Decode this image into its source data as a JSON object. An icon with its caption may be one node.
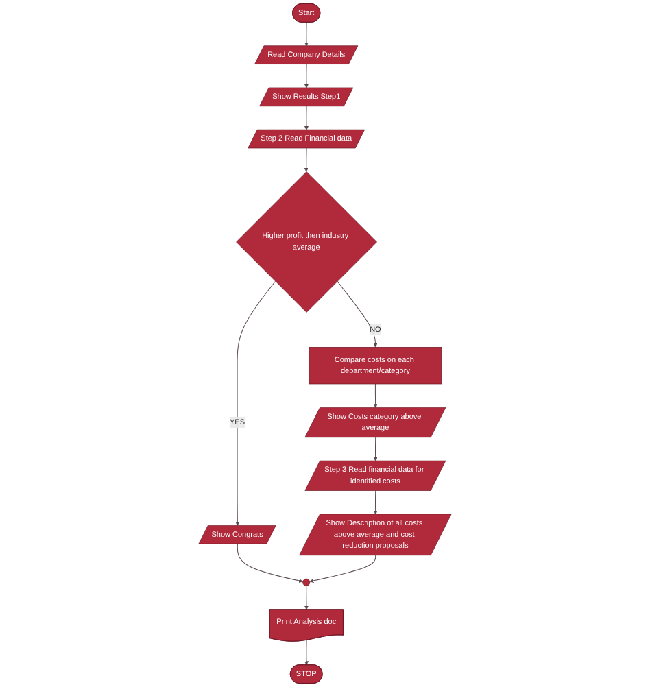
{
  "diagram": {
    "nodes": [
      {
        "text": [
          "Start"
        ]
      },
      {
        "text": [
          "Read Company Details"
        ]
      },
      {
        "text": [
          "Show Results Step1"
        ]
      },
      {
        "text": [
          "Step 2 Read Financial data"
        ]
      },
      {
        "text": [
          "Higher profit then industry average"
        ]
      },
      {
        "text": [
          "Show Congrats"
        ]
      },
      {
        "text": [
          "Compare costs on each department/category"
        ]
      },
      {
        "text": [
          "Show Costs category above average"
        ]
      },
      {
        "text": [
          "Step 3 Read financial data for identified costs"
        ]
      },
      {
        "text": [
          "Show Description of all costs above average and cost reduction proposals"
        ]
      },
      {
        "text": [],
        "shape": "circle"
      },
      {
        "text": [
          "Print Analysis doc"
        ]
      },
      {
        "text": [
          "STOP"
        ]
      }
    ],
    "edges": [
      {
        "from": 0,
        "to": 1,
        "arrow": "to"
      },
      {
        "from": 1,
        "to": 2,
        "arrow": "to"
      },
      {
        "from": 2,
        "to": 3,
        "arrow": "to"
      },
      {
        "from": 3,
        "to": 4,
        "arrow": "to"
      },
      {
        "from": 4,
        "to": 5,
        "label": "YES",
        "arrow": "to"
      },
      {
        "from": 4,
        "to": 6,
        "label": "NO",
        "arrow": "to"
      },
      {
        "from": 6,
        "to": 7,
        "arrow": "to"
      },
      {
        "from": 7,
        "to": 8,
        "arrow": "to"
      },
      {
        "from": 8,
        "to": 9,
        "arrow": "to"
      },
      {
        "from": 5,
        "to": 10,
        "arrow": "to"
      },
      {
        "from": 9,
        "to": 10,
        "arrow": "to"
      },
      {
        "from": 10,
        "to": 11,
        "arrow": "to"
      },
      {
        "from": 11,
        "to": 12,
        "arrow": "to"
      }
    ]
  }
}
